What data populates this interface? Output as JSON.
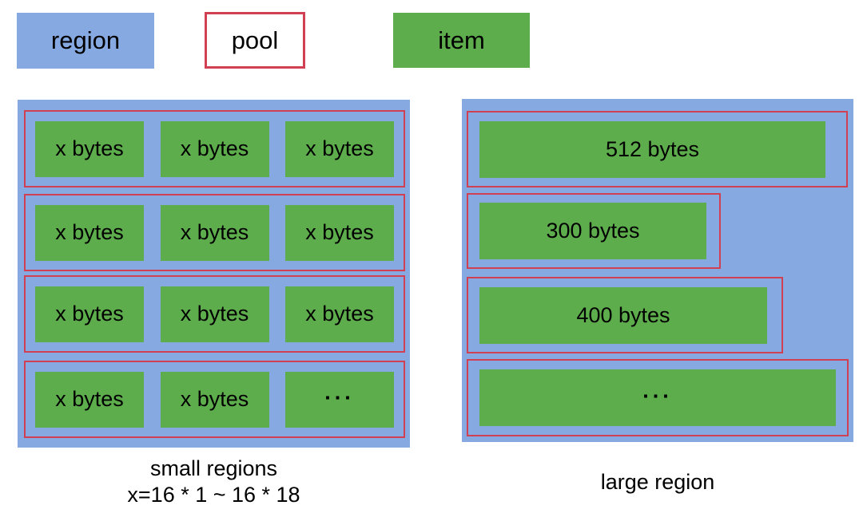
{
  "colors": {
    "region_fill": "#85A9E0",
    "item_fill": "#5DAD4C",
    "pool_border": "#D13F53",
    "background": "#FFFFFF",
    "text": "#000000"
  },
  "legend": {
    "items": [
      {
        "label": "region"
      },
      {
        "label": "pool"
      },
      {
        "label": "item"
      }
    ]
  },
  "small_region": {
    "pools": [
      {
        "items": [
          "x bytes",
          "x bytes",
          "x bytes"
        ]
      },
      {
        "items": [
          "x bytes",
          "x bytes",
          "x bytes"
        ]
      },
      {
        "items": [
          "x bytes",
          "x bytes",
          "x bytes"
        ]
      },
      {
        "items": [
          "x bytes",
          "x bytes",
          "..."
        ]
      }
    ],
    "caption_line1": "small regions",
    "caption_line2": "x=16 * 1 ~ 16 * 18"
  },
  "large_region": {
    "pools": [
      {
        "item": "512 bytes"
      },
      {
        "item": "300 bytes"
      },
      {
        "item": "400 bytes"
      },
      {
        "item": "..."
      }
    ],
    "caption": "large region"
  }
}
